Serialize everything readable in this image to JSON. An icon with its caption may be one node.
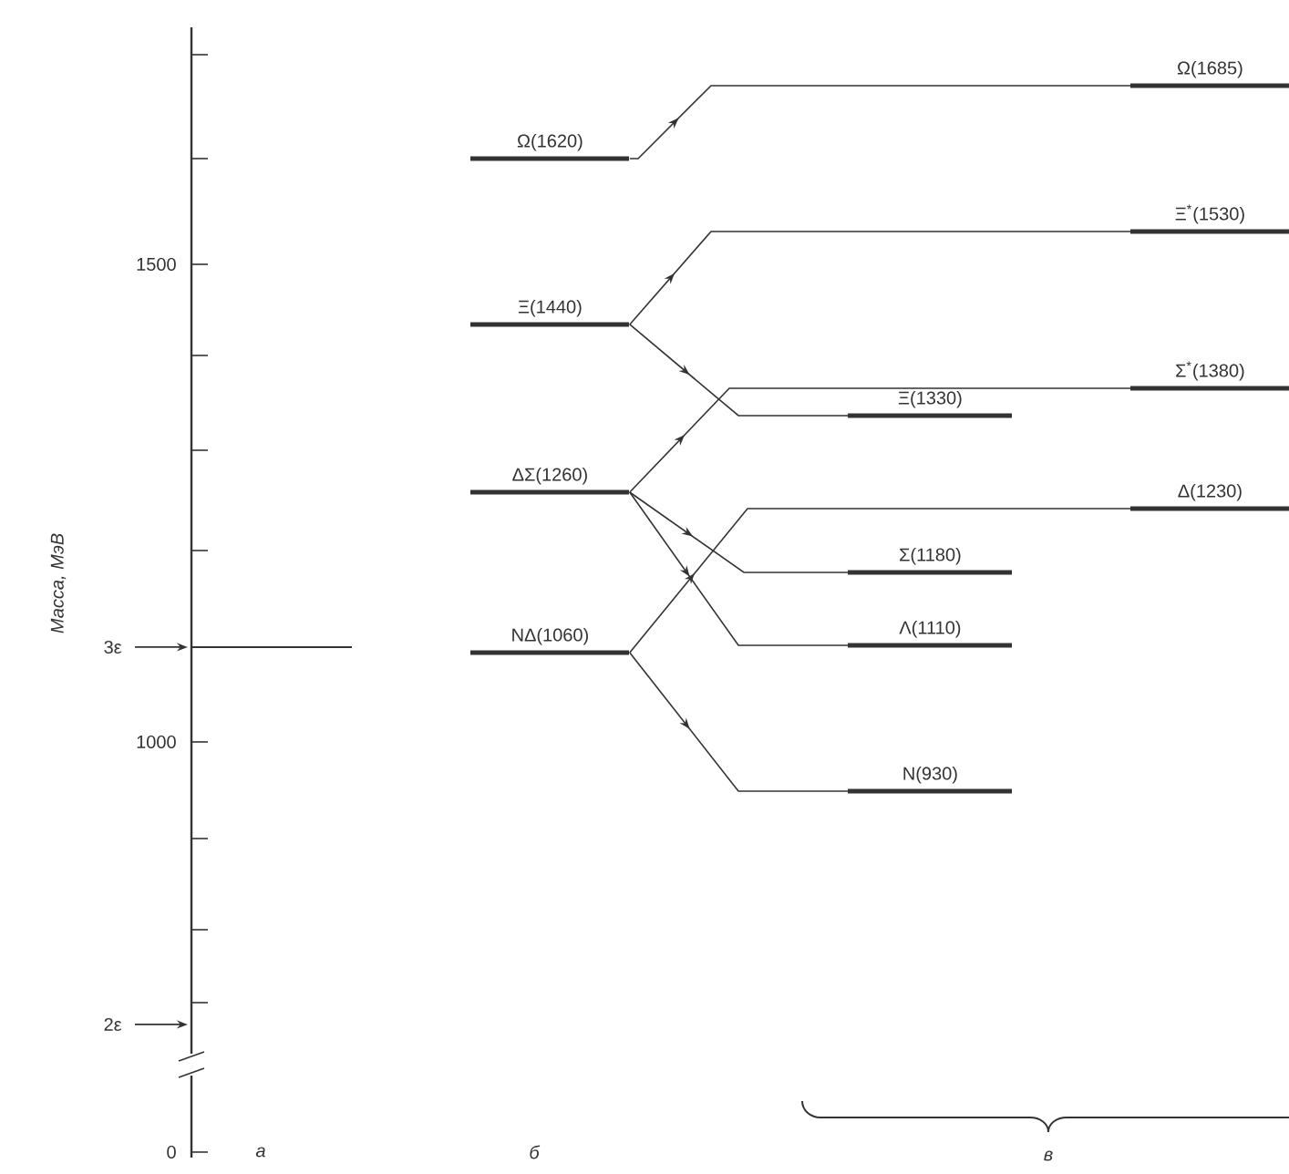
{
  "diagram": {
    "nodes": [
      {
        "text": [
          "Ω(1620)"
        ]
      },
      {
        "text": [
          "Ξ(1440)"
        ]
      },
      {
        "text": [
          "ΔΣ(1260)"
        ]
      },
      {
        "text": [
          "NΔ(1060)"
        ]
      },
      {
        "text": [
          "Ω(1685)"
        ]
      },
      {
        "text": [
          "Ξ$^{*}$(1530)"
        ]
      },
      {
        "text": [
          "Σ$^{*}$(1380)"
        ]
      },
      {
        "text": [
          "Ξ(1330)"
        ]
      },
      {
        "text": [
          "Δ(1230)"
        ]
      },
      {
        "text": [
          "Σ(1180)"
        ]
      },
      {
        "text": [
          "Λ(1110)"
        ]
      },
      {
        "text": [
          "N(930)"
        ]
      }
    ],
    "edges": [
      {
        "from": 0,
        "to": 4,
        "arrow": "to"
      },
      {
        "from": 1,
        "to": 5,
        "arrow": "to"
      },
      {
        "from": 1,
        "to": 7,
        "arrow": "to"
      },
      {
        "from": 2,
        "to": 6,
        "arrow": "to"
      },
      {
        "from": 2,
        "to": 9,
        "arrow": "to"
      },
      {
        "from": 2,
        "to": 10,
        "arrow": "to"
      },
      {
        "from": 3,
        "to": 8,
        "arrow": "to"
      },
      {
        "from": 3,
        "to": 11,
        "arrow": "to"
      }
    ],
    "labels": [
      "1500",
      "3ε",
      "Масса, МэВ",
      "1000",
      "2ε",
      "0",
      "а",
      "б",
      "в"
    ]
  }
}
